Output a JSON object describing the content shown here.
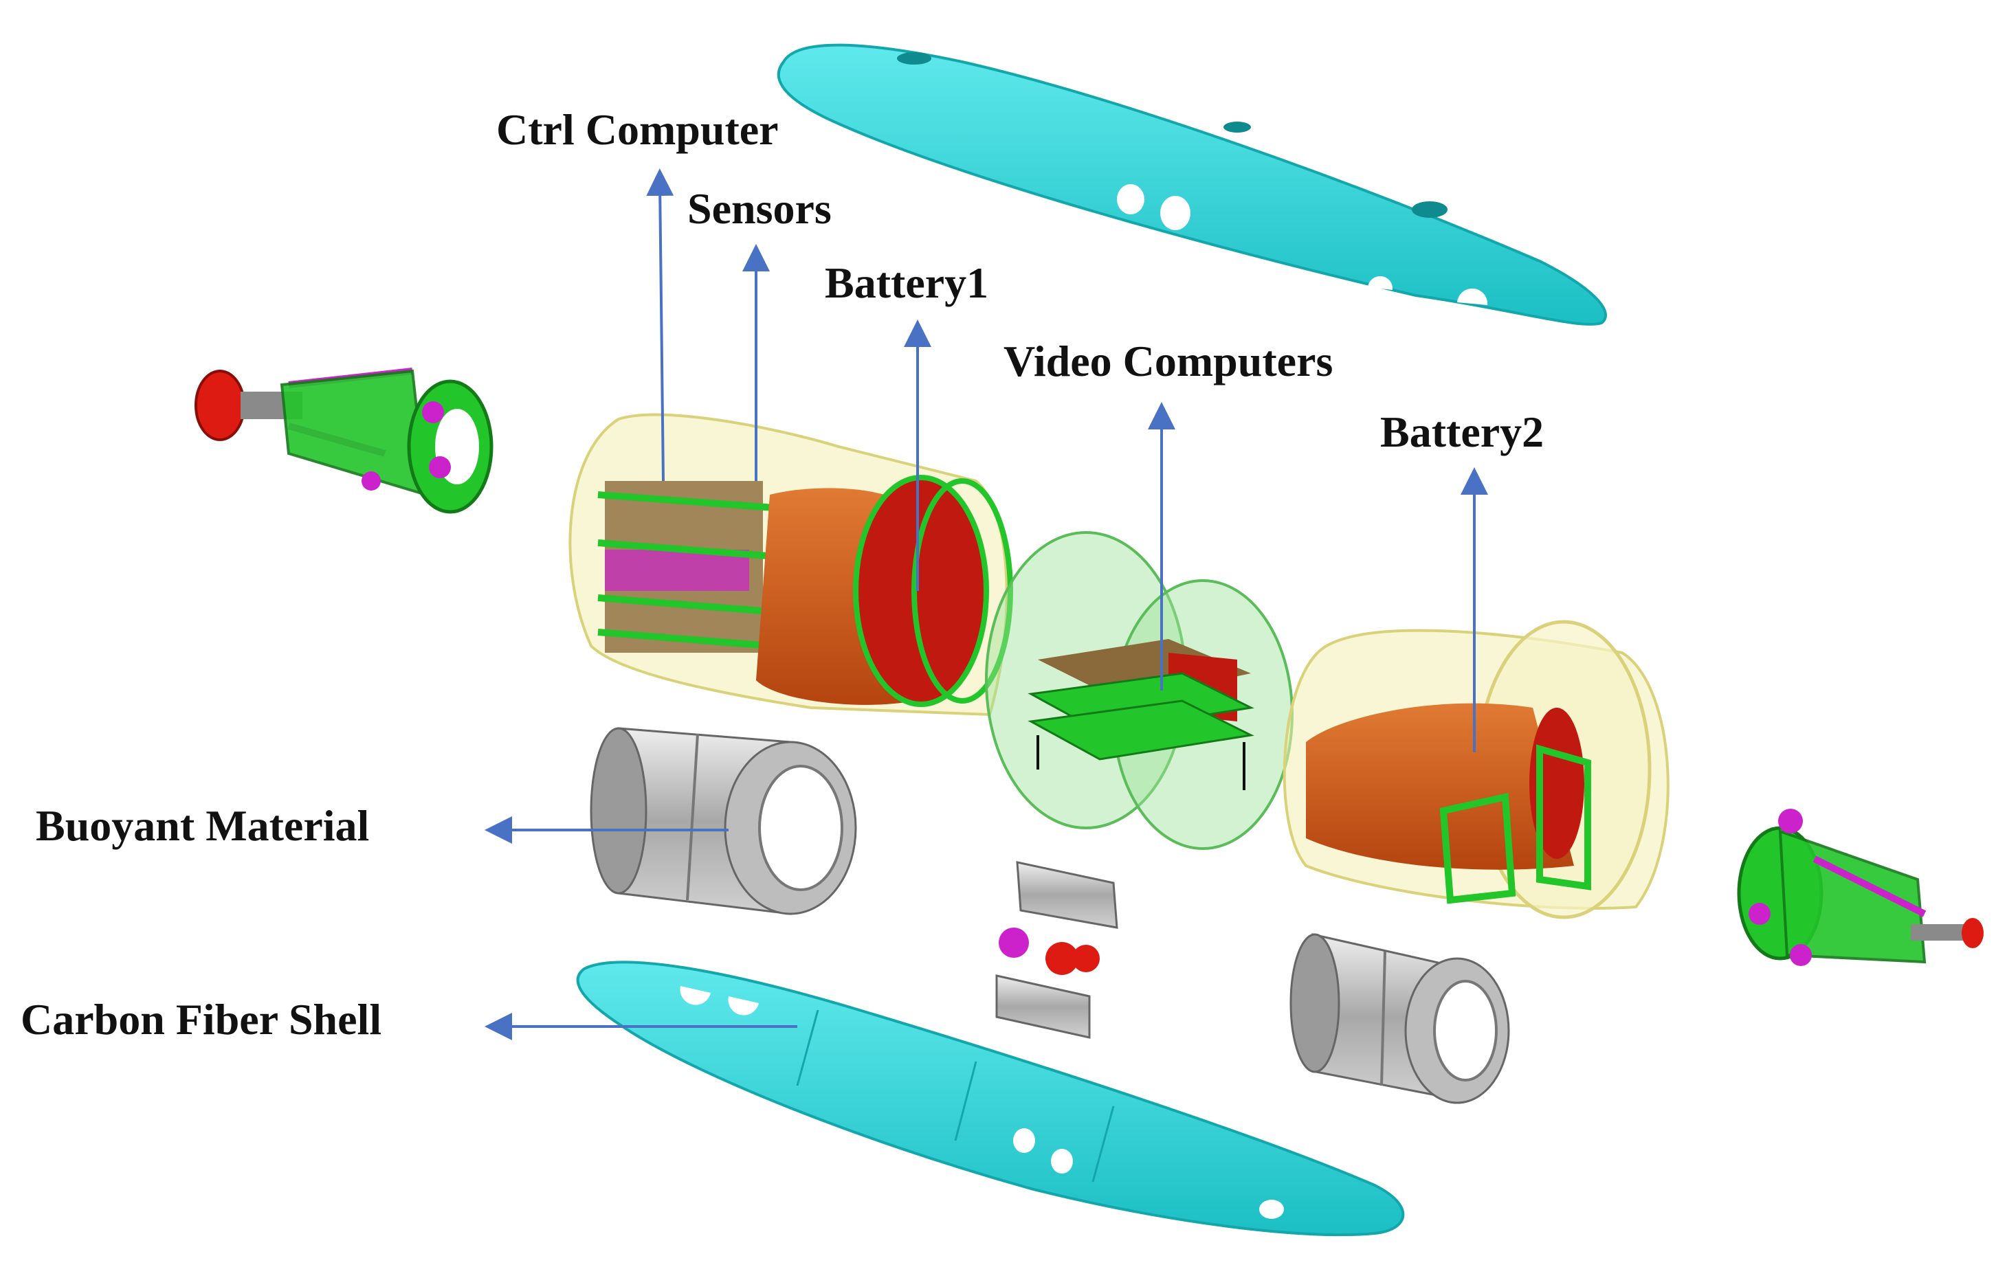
{
  "labels": {
    "ctrl_computer": "Ctrl Computer",
    "sensors": "Sensors",
    "battery1": "Battery1",
    "video_computers": "Video Computers",
    "battery2": "Battery2",
    "buoyant_material": "Buoyant Material",
    "carbon_fiber_shell": "Carbon Fiber Shell"
  },
  "colors": {
    "shell": "#22d3d8",
    "frame": "#22c52a",
    "housing": "#f3efb0",
    "battery": "#cc5a1c",
    "battery_cap": "#c01a10",
    "buoyant": "#b8b8b8",
    "magenta": "#cc22cc",
    "propeller": "#dd1b12",
    "arrow": "#4a72c4"
  }
}
